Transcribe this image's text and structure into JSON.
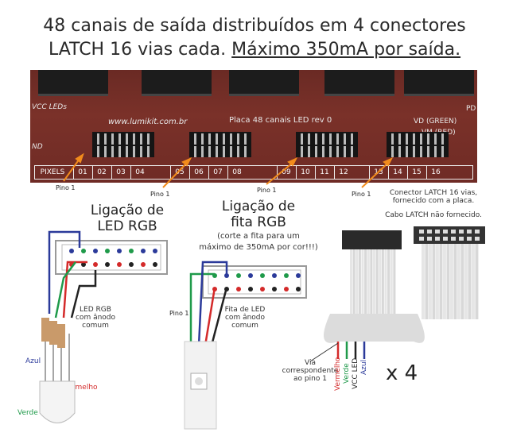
{
  "title": {
    "line1": "48 canais de saída distribuídos em 4 conectores",
    "line2a": "LATCH 16 vias cada. ",
    "line2b": "Máximo 350mA por saída."
  },
  "board": {
    "url": "www.lumikit.com.br",
    "name": "Placa 48 canais LED rev 0",
    "vcc": "VCC LEDs",
    "gnd": "ND",
    "vd": "VD (GREEN)",
    "vm": "VM (RED)",
    "pd": "PD",
    "pixels_label": "PIXELS",
    "pixels": [
      "01",
      "02",
      "03",
      "04",
      "05",
      "06",
      "07",
      "08",
      "09",
      "10",
      "11",
      "12",
      "13",
      "14",
      "15",
      "16"
    ]
  },
  "pino1_label": "Pino 1",
  "led_rgb": {
    "title1": "Ligação de",
    "title2": "LED RGB",
    "desc": "LED RGB com ânodo comum",
    "azul": "Azul",
    "vermelho": "Vermelho",
    "verde": "Verde"
  },
  "fita_rgb": {
    "title1": "Ligação de",
    "title2": "fita RGB",
    "note1": "(corte a fita para um",
    "note2": "máximo de 350mA por cor!!!)",
    "desc": "Fita de LED com ânodo comum",
    "pino1": "Pino 1"
  },
  "latch": {
    "title": "Conector LATCH 16 vias, fornecido com a placa.",
    "cable": "Cabo LATCH não fornecido.",
    "via": "Via correspondente ao pino 1",
    "wires": [
      "Vermelho",
      "Verde",
      "VCC LED",
      "Azul"
    ],
    "times": "x 4"
  },
  "colors": {
    "blue": "#2b3a9a",
    "red": "#d42a2a",
    "green": "#1f9a4a",
    "black": "#222222",
    "orange": "#f28c1c",
    "board": "#74302a"
  }
}
